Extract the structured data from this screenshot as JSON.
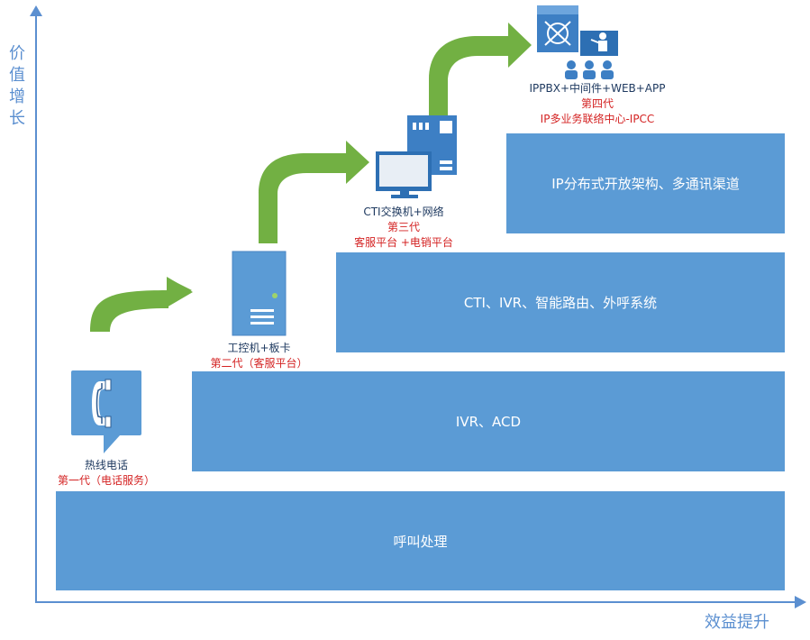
{
  "axes": {
    "y_label": [
      "价",
      "值",
      "增",
      "长"
    ],
    "x_label": "效益提升"
  },
  "layers": [
    {
      "label": "呼叫处理"
    },
    {
      "label": "IVR、ACD"
    },
    {
      "label": "CTI、IVR、智能路由、外呼系统"
    },
    {
      "label": "IP分布式开放架构、多通讯渠道"
    }
  ],
  "stages": [
    {
      "icon": "phone-icon",
      "tech": "热线电话",
      "generation": "第一代（电话服务）"
    },
    {
      "icon": "server-icon",
      "tech": "工控机+板卡",
      "generation": "第二代（客服平台）"
    },
    {
      "icon": "computer-server-icon",
      "tech": "CTI交换机+网络",
      "generation": "第三代",
      "platform": "客服平台 +电销平台"
    },
    {
      "icon": "ippbx-network-icon",
      "tech": "IPPBX+中间件+WEB+APP",
      "generation": "第四代",
      "platform": "IP多业务联络中心-IPCC"
    }
  ],
  "colors": {
    "axis": "#5b8fd0",
    "bar": "#5b9bd5",
    "arrow": "#72b043",
    "caption_dark": "#1f3a60",
    "caption_red": "#d42323"
  }
}
